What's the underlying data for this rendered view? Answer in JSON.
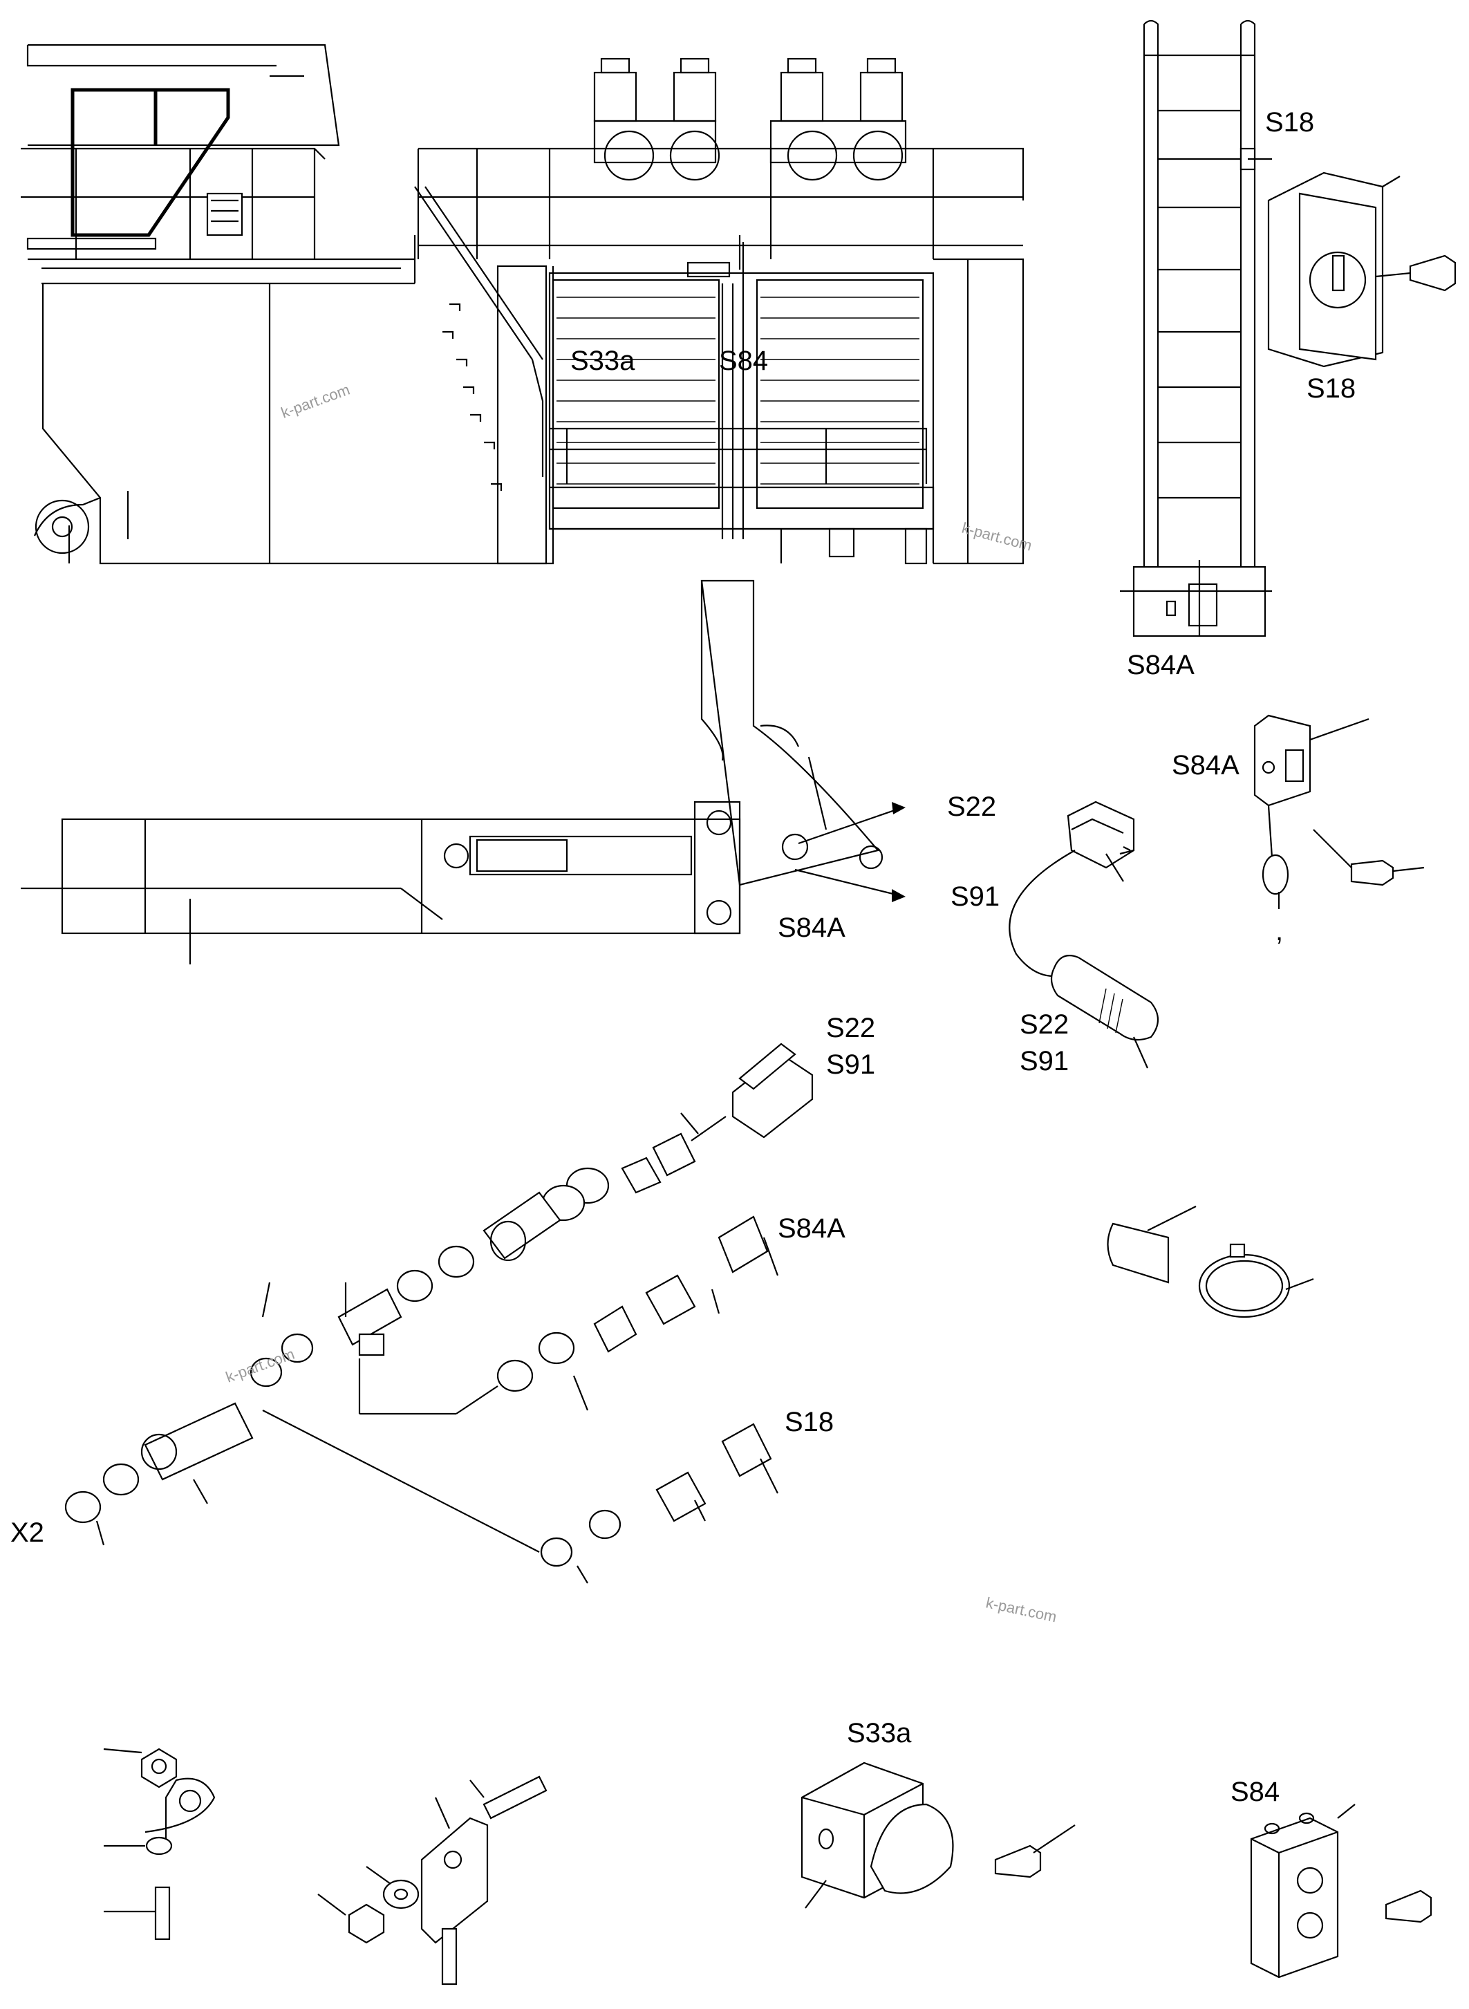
{
  "labels": {
    "s33a_top": "S33a",
    "s84_top": "S84",
    "s18_top": "S18",
    "s18_box": "S18",
    "s84a_ladder": "S84A",
    "s84a_box": "S84A",
    "s22_arrow": "S22",
    "s91_arrow": "S91",
    "s84a_boom": "S84A",
    "s22_sensor": "S22",
    "s91_sensor": "S91",
    "s22_conn": "S22",
    "s91_conn": "S91",
    "s84a_fit": "S84A",
    "s18_fit": "S18",
    "x2": "X2",
    "s33a_bottom": "S33a",
    "s84_bottom": "S84",
    "comma": ","
  },
  "watermarks": [
    "k-part.com",
    "k-part.com",
    "k-part.com",
    "k-part.com"
  ]
}
